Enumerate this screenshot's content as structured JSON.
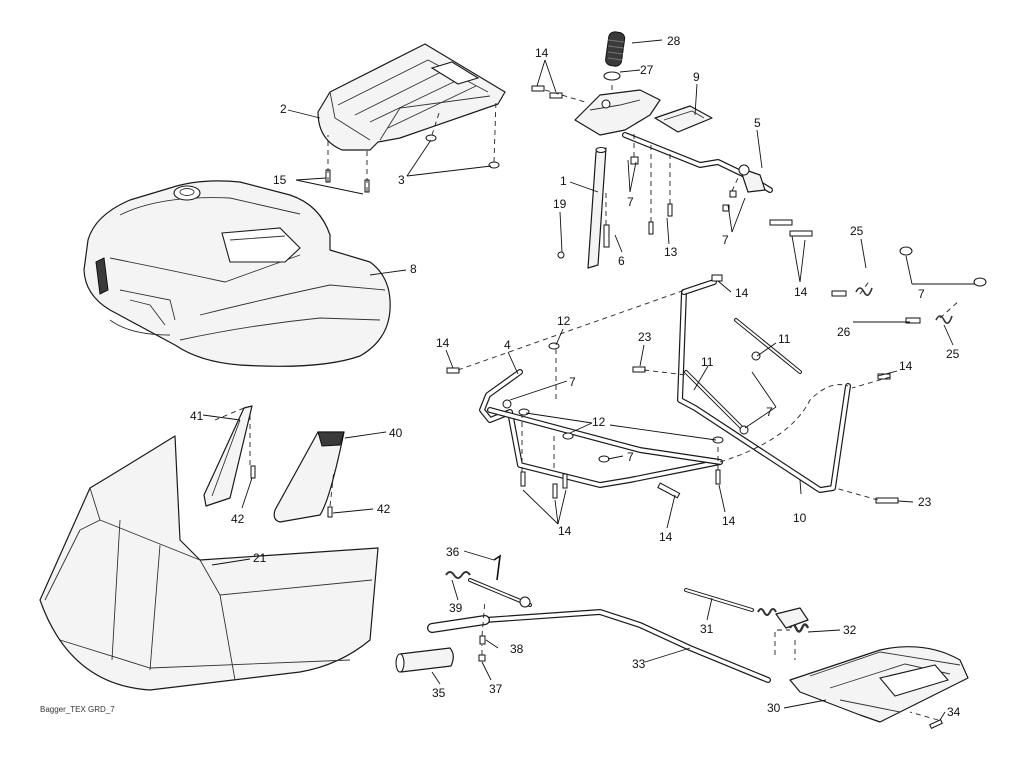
{
  "footer_text": "Bagger_TEX GRD_7",
  "callouts": {
    "c1": "1",
    "c2": "2",
    "c3": "3",
    "c3b": "3",
    "c4": "4",
    "c5": "5",
    "c6": "6",
    "c7a": "7",
    "c7b": "7",
    "c7c": "7",
    "c7d": "7",
    "c7e": "7",
    "c7f": "7",
    "c8": "8",
    "c9": "9",
    "c10": "10",
    "c11a": "11",
    "c11b": "11",
    "c12a": "12",
    "c12b": "12",
    "c13": "13",
    "c14a": "14",
    "c14b": "14",
    "c14c": "14",
    "c14d": "14",
    "c14e": "14",
    "c14f": "14",
    "c14g": "14",
    "c14h": "14",
    "c15": "15",
    "c19": "19",
    "c21": "21",
    "c23a": "23",
    "c23b": "23",
    "c25a": "25",
    "c25b": "25",
    "c26": "26",
    "c27": "27",
    "c28": "28",
    "c30": "30",
    "c31": "31",
    "c32": "32",
    "c33": "33",
    "c34": "34",
    "c35": "35",
    "c36": "36",
    "c37": "37",
    "c38": "38",
    "c39": "39",
    "c40": "40",
    "c41": "41",
    "c42a": "42",
    "c42b": "42"
  }
}
